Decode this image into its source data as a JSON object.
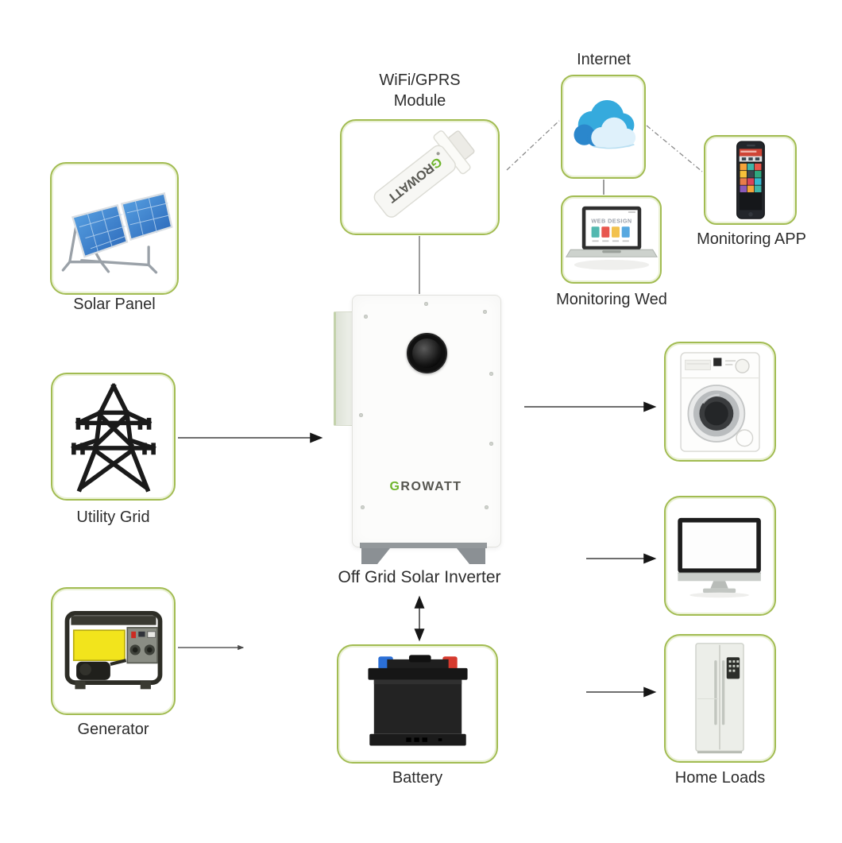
{
  "colors": {
    "box_border": "#a2bc52",
    "arrow": "#161616",
    "wire_gray": "#7a7a7a",
    "label_text": "#2d2d2d",
    "brand_green": "#6fb52c",
    "solar_blue": "#3b7fd0",
    "generator_yellow": "#f2e41c",
    "battery_negative_terminal": "#2b6fd6",
    "battery_positive_terminal": "#d63a2e",
    "cloud_blue": "#35aadd"
  },
  "nodes": {
    "solar_panel": {
      "label": "Solar Panel"
    },
    "utility_grid": {
      "label": "Utility Grid"
    },
    "generator": {
      "label": "Generator"
    },
    "wifi_module": {
      "label_line1": "WiFi/GPRS",
      "label_line2": "Module",
      "brand_initial": "G",
      "brand_rest": "ROWATT"
    },
    "internet": {
      "label": "Internet"
    },
    "monitoring_web": {
      "label": "Monitoring Wed",
      "screen_title": "WEB DESIGN"
    },
    "monitoring_app": {
      "label": "Monitoring APP"
    },
    "inverter": {
      "label": "Off Grid Solar Inverter",
      "brand_initial": "G",
      "brand_rest": "ROWATT"
    },
    "battery": {
      "label": "Battery"
    },
    "home_loads": {
      "label": "Home Loads"
    }
  },
  "edges": [
    {
      "from": "wifi_module",
      "to": "internet",
      "style": "dashed"
    },
    {
      "from": "internet",
      "to": "monitoring_app",
      "style": "dashed"
    },
    {
      "from": "internet",
      "to": "monitoring_web",
      "style": "solid"
    },
    {
      "from": "wifi_module",
      "to": "inverter",
      "style": "solid"
    },
    {
      "from": "utility_grid",
      "to": "inverter",
      "style": "arrow"
    },
    {
      "from": "generator",
      "to": "inverter",
      "style": "arrow-stub"
    },
    {
      "from": "inverter",
      "to": "washing_machine",
      "style": "arrow"
    },
    {
      "from": "inverter",
      "to": "tv_monitor",
      "style": "arrow"
    },
    {
      "from": "inverter",
      "to": "refrigerator",
      "style": "arrow"
    },
    {
      "from": "inverter",
      "to": "battery",
      "style": "double-arrow"
    }
  ]
}
